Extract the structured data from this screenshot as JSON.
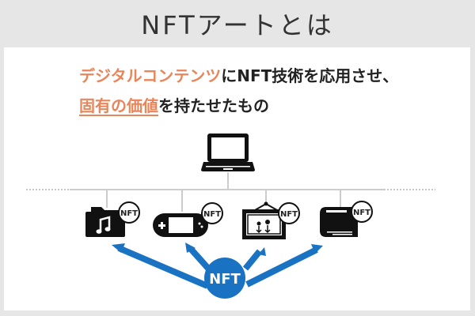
{
  "header": {
    "title": "NFTアートとは"
  },
  "description": {
    "line1": {
      "highlight": "デジタルコンテンツ",
      "rest": "にNFT技術を応用させ、"
    },
    "line2": {
      "highlight": "固有の価値",
      "rest": "を持たせたもの"
    }
  },
  "diagram": {
    "source_icon": "laptop-icon",
    "items": [
      {
        "icon": "music-folder-icon",
        "badge": "NFT"
      },
      {
        "icon": "game-console-icon",
        "badge": "NFT"
      },
      {
        "icon": "framed-picture-icon",
        "badge": "NFT"
      },
      {
        "icon": "book-icon",
        "badge": "NFT"
      }
    ],
    "hub_label": "NFT"
  },
  "colors": {
    "background": "#e6e6e6",
    "panel": "#ffffff",
    "accent": "#e8855a",
    "hub_blue": "#1a73c2",
    "text": "#222222",
    "connector": "#cccccc"
  }
}
